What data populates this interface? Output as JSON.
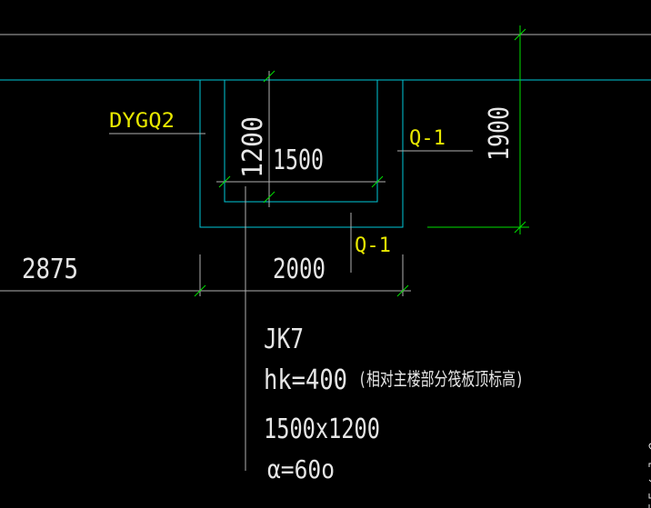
{
  "colors": {
    "background": "#000000",
    "wall": "#00c8d8",
    "dimension_green": "#00e000",
    "text": "#e6e6e6",
    "label_yellow": "#e8e800",
    "line_gray": "#b0b0b0"
  },
  "labels": {
    "wall_label": "DYGQ2",
    "q1_upper": "Q-1",
    "q1_lower": "Q-1"
  },
  "dimensions": {
    "inner_depth": "1200",
    "inner_width": "1500",
    "right_height": "1900",
    "left_span": "2875",
    "outer_width": "2000"
  },
  "pit_info": {
    "name": "JK7",
    "hk": "hk=400",
    "hk_note": "(相对主楼部分筏板顶标高)",
    "size": "1500x1200",
    "angle": "α=60ο"
  }
}
